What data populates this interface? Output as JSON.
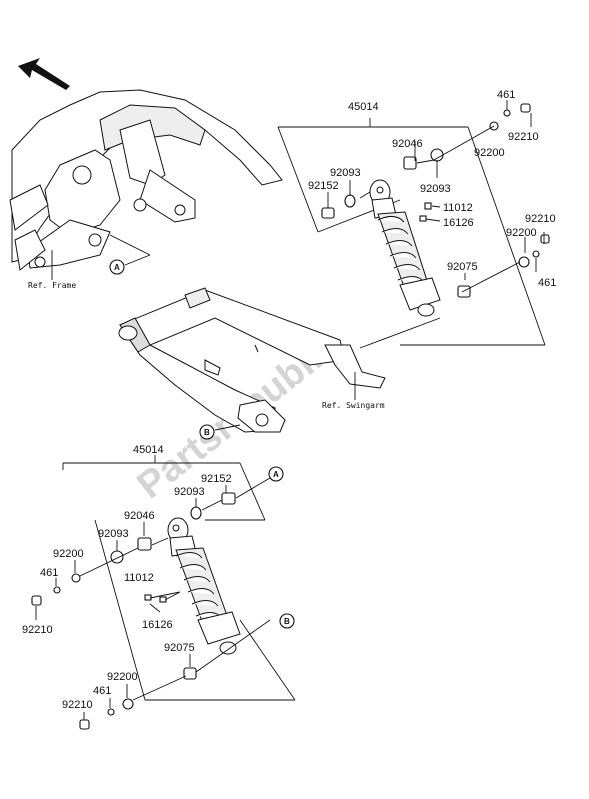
{
  "watermark": "Partsrepublik",
  "upper_group": {
    "assembly": "45014",
    "parts": {
      "p461": "461",
      "p92210a": "92210",
      "p92200a": "92200",
      "p92046": "92046",
      "p92093a": "92093",
      "p92093b": "92093",
      "p92152": "92152",
      "p11012": "11012",
      "p16126": "16126",
      "p92210b": "92210",
      "p92200b": "92200",
      "p92075": "92075",
      "p461b": "461"
    },
    "ref_frame": "Ref. Frame",
    "ref_swingarm": "Ref. Swingarm",
    "marker_a": "A",
    "marker_b": "B"
  },
  "lower_group": {
    "assembly": "45014",
    "parts": {
      "p92152": "92152",
      "p92093a": "92093",
      "p92046": "92046",
      "p92093b": "92093",
      "p92200a": "92200",
      "p461a": "461",
      "p92210a": "92210",
      "p11012": "11012",
      "p16126": "16126",
      "p92075": "92075",
      "p92200b": "92200",
      "p461b": "461",
      "p92210b": "92210"
    },
    "marker_a": "A",
    "marker_b": "B"
  }
}
